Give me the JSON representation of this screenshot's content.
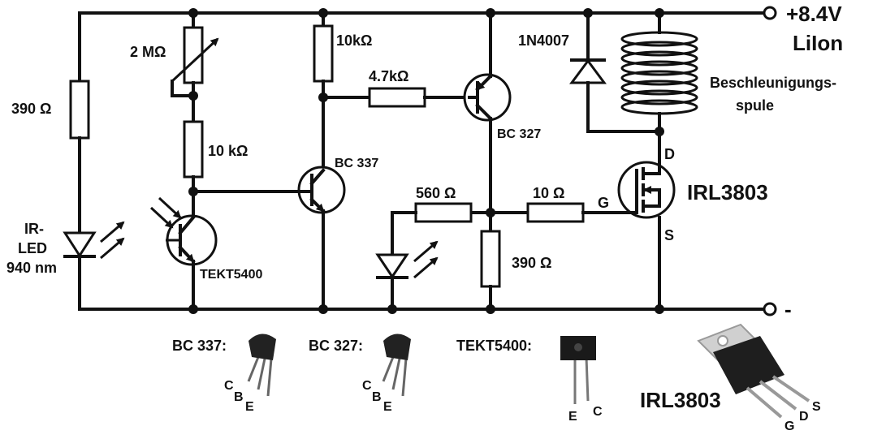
{
  "supply": {
    "voltage": "+8.4V",
    "battery": "LiIon",
    "ground": "-"
  },
  "components": {
    "r_390_led": "390 Ω",
    "pot_2m": "2 MΩ",
    "r_10k_a": "10 kΩ",
    "r_10k_b": "10kΩ",
    "r_4k7": "4.7kΩ",
    "r_560": "560 Ω",
    "r_10_gate": "10 Ω",
    "r_390_gate": "390 Ω",
    "ir_led": [
      "IR-",
      "LED",
      "940 nm"
    ],
    "phototransistor": "TEKT5400",
    "npn": "BC 337",
    "pnp": "BC 327",
    "diode": "1N4007",
    "coil": [
      "Beschleunigungs-",
      "spule"
    ],
    "mosfet": "IRL3803",
    "mosfet_pins": {
      "drain": "D",
      "gate": "G",
      "source": "S"
    }
  },
  "pinouts": {
    "bc337": {
      "label": "BC 337:",
      "pins": [
        "C",
        "B",
        "E"
      ]
    },
    "bc327": {
      "label": "BC 327:",
      "pins": [
        "C",
        "B",
        "E"
      ]
    },
    "tekt5400": {
      "label": "TEKT5400:",
      "pins": [
        "E",
        "C"
      ]
    },
    "irl3803": {
      "label": "IRL3803",
      "pins": [
        "G",
        "D",
        "S"
      ]
    }
  }
}
